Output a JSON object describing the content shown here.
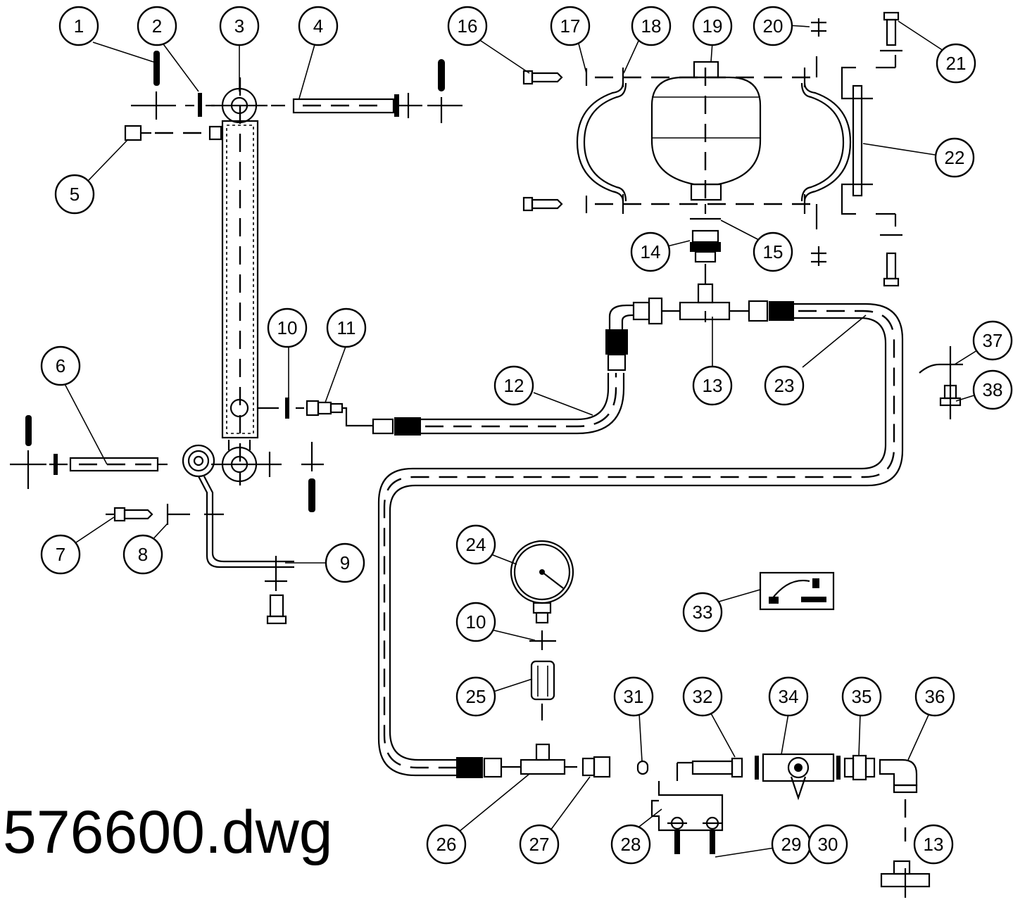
{
  "drawing": {
    "filename": "576600.dwg",
    "callouts": [
      "1",
      "2",
      "3",
      "4",
      "5",
      "6",
      "7",
      "8",
      "9",
      "10",
      "11",
      "12",
      "13",
      "14",
      "15",
      "16",
      "17",
      "18",
      "19",
      "20",
      "21",
      "22",
      "23",
      "24",
      "25",
      "26",
      "27",
      "28",
      "29",
      "30",
      "31",
      "32",
      "33",
      "34",
      "35",
      "36",
      "37",
      "38"
    ],
    "callout_10b": "10",
    "callout_13b": "13"
  }
}
